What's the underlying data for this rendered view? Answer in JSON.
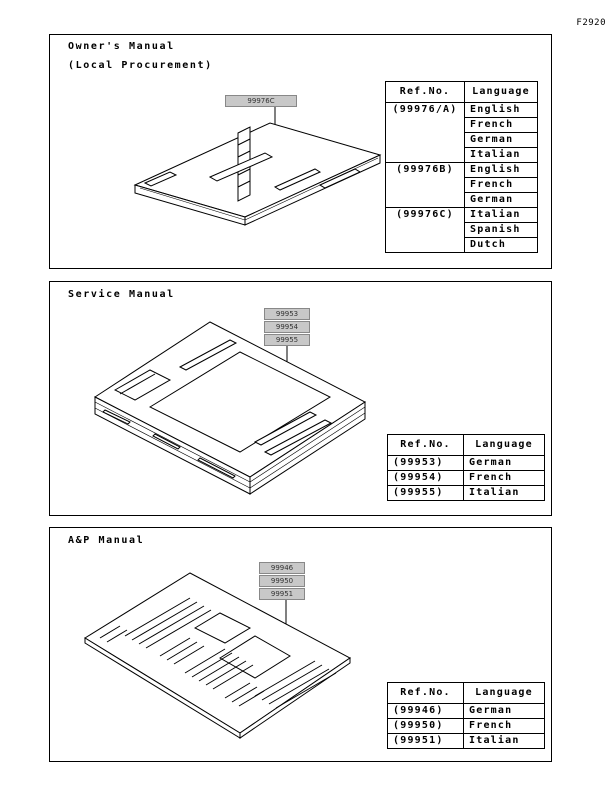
{
  "figure_number": "F2920",
  "owners": {
    "title_line1": "Owner's Manual",
    "title_line2": "(Local Procurement)",
    "part_label": "99976C",
    "header_ref": "Ref.No.",
    "header_lang": "Language",
    "groups": [
      {
        "ref": "(99976/A)",
        "languages": [
          "English",
          "French",
          "German",
          "Italian"
        ]
      },
      {
        "ref": "(99976B)",
        "languages": [
          "English",
          "French",
          "German"
        ]
      },
      {
        "ref": "(99976C)",
        "languages": [
          "Italian",
          "Spanish",
          "Dutch"
        ]
      }
    ]
  },
  "service": {
    "title": "Service Manual",
    "labels": [
      "99953",
      "99954",
      "99955"
    ],
    "header_ref": "Ref.No.",
    "header_lang": "Language",
    "rows": [
      {
        "ref": "(99953)",
        "language": "German"
      },
      {
        "ref": "(99954)",
        "language": "French"
      },
      {
        "ref": "(99955)",
        "language": "Italian"
      }
    ]
  },
  "ap": {
    "title": "A&P Manual",
    "labels": [
      "99946",
      "99950",
      "99951"
    ],
    "header_ref": "Ref.No.",
    "header_lang": "Language",
    "rows": [
      {
        "ref": "(99946)",
        "language": "German"
      },
      {
        "ref": "(99950)",
        "language": "French"
      },
      {
        "ref": "(99951)",
        "language": "Italian"
      }
    ]
  }
}
